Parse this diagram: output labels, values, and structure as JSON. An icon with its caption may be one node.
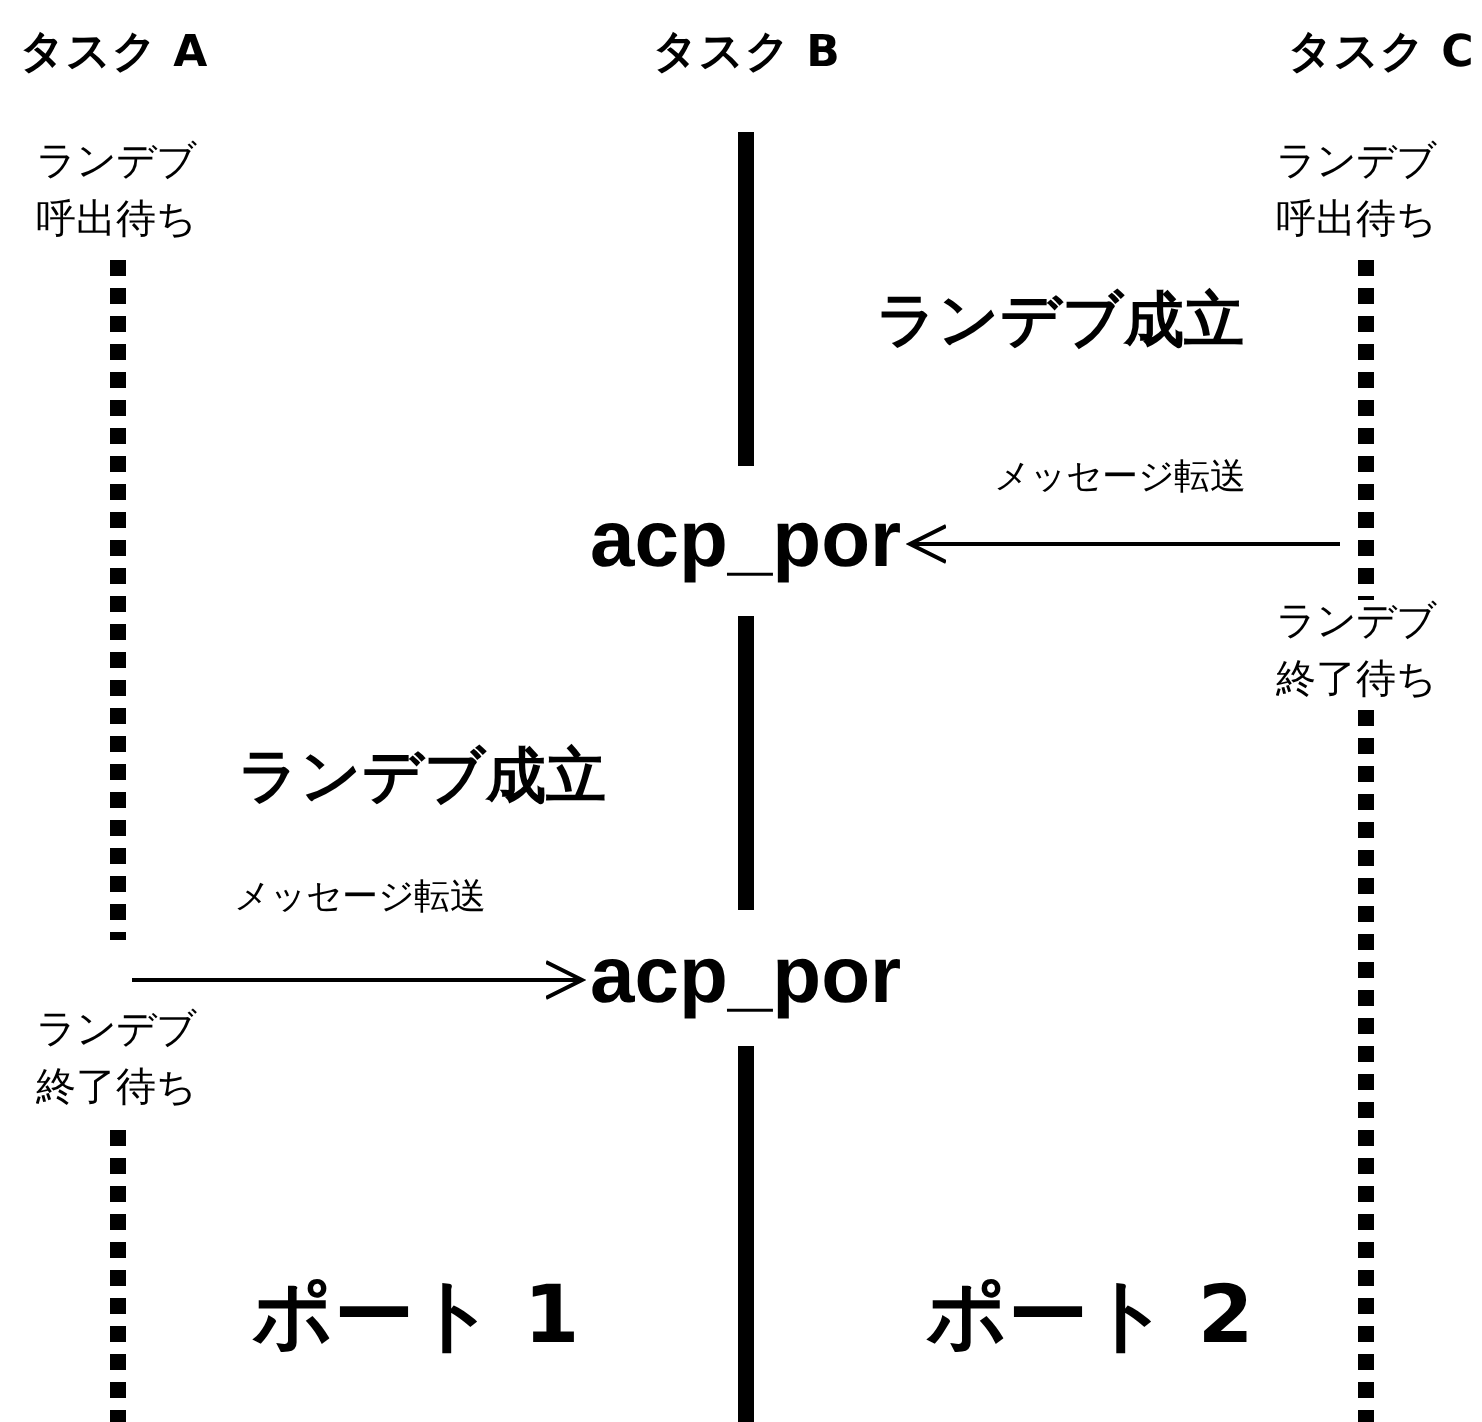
{
  "diagram": {
    "nodes": [
      {
        "text": [
          "acp_por"
        ]
      },
      {
        "text": [
          "acp_por"
        ]
      }
    ],
    "edges": [
      {
        "from": null,
        "to": 0,
        "arrow": "to",
        "label": "メッセージ転送"
      },
      {
        "from": null,
        "to": 1,
        "arrow": "to",
        "label": "メッセージ転送"
      }
    ],
    "labels": [
      "タスク A",
      "タスク B",
      "タスク C",
      "ランデブ呼出待ち",
      "ランデブ呼出待ち",
      "ランデブ成立",
      "ランデブ終了待ち",
      "ランデブ成立",
      "ランデブ終了待ち",
      "ポート 1",
      "ポート 2"
    ]
  }
}
